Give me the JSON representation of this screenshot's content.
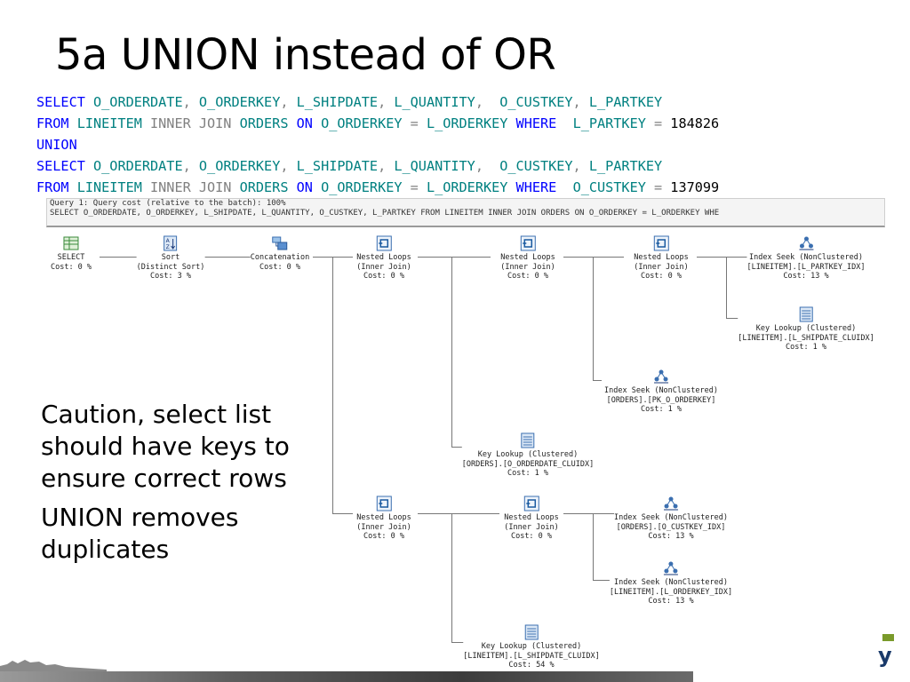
{
  "slide": {
    "title": "5a UNION instead of OR",
    "sql": [
      [
        [
          "kw",
          "SELECT "
        ],
        [
          "id",
          "O_ORDERDATE"
        ],
        [
          "gray",
          ", "
        ],
        [
          "id",
          "O_ORDERKEY"
        ],
        [
          "gray",
          ", "
        ],
        [
          "id",
          "L_SHIPDATE"
        ],
        [
          "gray",
          ", "
        ],
        [
          "id",
          "L_QUANTITY"
        ],
        [
          "gray",
          ",  "
        ],
        [
          "id",
          "O_CUSTKEY"
        ],
        [
          "gray",
          ", "
        ],
        [
          "id",
          "L_PARTKEY"
        ]
      ],
      [
        [
          "kw",
          "FROM "
        ],
        [
          "id",
          "LINEITEM "
        ],
        [
          "gray",
          "INNER JOIN "
        ],
        [
          "id",
          "ORDERS "
        ],
        [
          "kw",
          "ON "
        ],
        [
          "id",
          "O_ORDERKEY "
        ],
        [
          "gray",
          "= "
        ],
        [
          "id",
          "L_ORDERKEY "
        ],
        [
          "kw",
          "WHERE  "
        ],
        [
          "id",
          "L_PARTKEY "
        ],
        [
          "gray",
          "= "
        ],
        [
          "num",
          "184826"
        ]
      ],
      [
        [
          "kw",
          "UNION"
        ]
      ],
      [
        [
          "kw",
          "SELECT "
        ],
        [
          "id",
          "O_ORDERDATE"
        ],
        [
          "gray",
          ", "
        ],
        [
          "id",
          "O_ORDERKEY"
        ],
        [
          "gray",
          ", "
        ],
        [
          "id",
          "L_SHIPDATE"
        ],
        [
          "gray",
          ", "
        ],
        [
          "id",
          "L_QUANTITY"
        ],
        [
          "gray",
          ",  "
        ],
        [
          "id",
          "O_CUSTKEY"
        ],
        [
          "gray",
          ", "
        ],
        [
          "id",
          "L_PARTKEY"
        ]
      ],
      [
        [
          "kw",
          "FROM "
        ],
        [
          "id",
          "LINEITEM "
        ],
        [
          "gray",
          "INNER JOIN "
        ],
        [
          "id",
          "ORDERS "
        ],
        [
          "kw",
          "ON "
        ],
        [
          "id",
          "O_ORDERKEY "
        ],
        [
          "gray",
          "= "
        ],
        [
          "id",
          "L_ORDERKEY "
        ],
        [
          "kw",
          "WHERE  "
        ],
        [
          "id",
          "O_CUSTKEY "
        ],
        [
          "gray",
          "= "
        ],
        [
          "num",
          "137099"
        ]
      ]
    ],
    "plan_header": {
      "line1": "Query 1: Query cost (relative to the batch): 100%",
      "line2": "SELECT O_ORDERDATE, O_ORDERKEY, L_SHIPDATE, L_QUANTITY, O_CUSTKEY, L_PARTKEY FROM LINEITEM INNER JOIN ORDERS ON O_ORDERKEY = L_ORDERKEY WHE"
    },
    "plan_nodes": [
      {
        "id": "select",
        "icon": "select-icon",
        "lines": [
          "SELECT",
          "Cost: 0 %"
        ]
      },
      {
        "id": "sort",
        "icon": "sort-icon",
        "lines": [
          "Sort",
          "(Distinct Sort)",
          "Cost: 3 %"
        ]
      },
      {
        "id": "concat",
        "icon": "concatenation-icon",
        "lines": [
          "Concatenation",
          "Cost: 0 %"
        ]
      },
      {
        "id": "nl1",
        "icon": "nested-loops-icon",
        "lines": [
          "Nested Loops",
          "(Inner Join)",
          "Cost: 0 %"
        ]
      },
      {
        "id": "nl2",
        "icon": "nested-loops-icon",
        "lines": [
          "Nested Loops",
          "(Inner Join)",
          "Cost: 0 %"
        ]
      },
      {
        "id": "nl3",
        "icon": "nested-loops-icon",
        "lines": [
          "Nested Loops",
          "(Inner Join)",
          "Cost: 0 %"
        ]
      },
      {
        "id": "seek1",
        "icon": "index-seek-icon",
        "lines": [
          "Index Seek (NonClustered)",
          "[LINEITEM].[L_PARTKEY_IDX]",
          "Cost: 13 %"
        ]
      },
      {
        "id": "lookup1",
        "icon": "key-lookup-icon",
        "lines": [
          "Key Lookup (Clustered)",
          "[LINEITEM].[L_SHIPDATE_CLUIDX]",
          "Cost: 1 %"
        ]
      },
      {
        "id": "seek2",
        "icon": "index-seek-icon",
        "lines": [
          "Index Seek (NonClustered)",
          "[ORDERS].[PK_O_ORDERKEY]",
          "Cost: 1 %"
        ]
      },
      {
        "id": "lookup2",
        "icon": "key-lookup-icon",
        "lines": [
          "Key Lookup (Clustered)",
          "[ORDERS].[O_ORDERDATE_CLUIDX]",
          "Cost: 1 %"
        ]
      },
      {
        "id": "nl4",
        "icon": "nested-loops-icon",
        "lines": [
          "Nested Loops",
          "(Inner Join)",
          "Cost: 0 %"
        ]
      },
      {
        "id": "nl5",
        "icon": "nested-loops-icon",
        "lines": [
          "Nested Loops",
          "(Inner Join)",
          "Cost: 0 %"
        ]
      },
      {
        "id": "seek3",
        "icon": "index-seek-icon",
        "lines": [
          "Index Seek (NonClustered)",
          "[ORDERS].[O_CUSTKEY_IDX]",
          "Cost: 13 %"
        ]
      },
      {
        "id": "seek4",
        "icon": "index-seek-icon",
        "lines": [
          "Index Seek (NonClustered)",
          "[LINEITEM].[L_ORDERKEY_IDX]",
          "Cost: 13 %"
        ]
      },
      {
        "id": "lookup3",
        "icon": "key-lookup-icon",
        "lines": [
          "Key Lookup (Clustered)",
          "[LINEITEM].[L_SHIPDATE_CLUIDX]",
          "Cost: 54 %"
        ]
      }
    ],
    "caption": [
      "Caution, select list should have keys to ensure correct rows",
      "UNION removes duplicates"
    ],
    "logo_text": "y",
    "colors": {
      "keyword": "#0000ff",
      "identifier": "#008080",
      "operator": "#808080",
      "logo_green": "#7a9a2a",
      "logo_blue": "#1a3a6a"
    }
  }
}
